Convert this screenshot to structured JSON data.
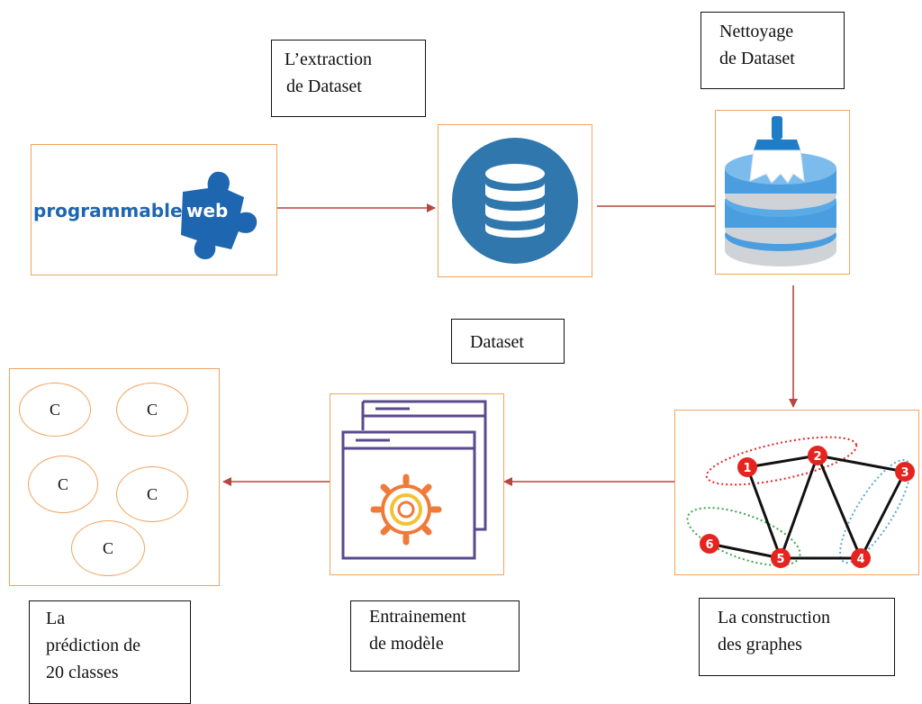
{
  "labels": {
    "extraction": [
      "L’extraction",
      "de Dataset"
    ],
    "nettoyage": [
      "Nettoyage",
      "de Dataset"
    ],
    "dataset": "Dataset",
    "prediction": [
      "La",
      "prédiction de",
      "20 classes"
    ],
    "entrainement": [
      "Entrainement",
      "de  modèle"
    ],
    "construction": [
      "La construction",
      "des graphes"
    ]
  },
  "logo": {
    "text_left": "programmable",
    "text_right": "web"
  },
  "graph": {
    "nodes": [
      "1",
      "2",
      "3",
      "4",
      "5",
      "6"
    ]
  },
  "classes": [
    "C",
    "C",
    "C",
    "C",
    "C"
  ],
  "colors": {
    "box_border": "#f0a35e",
    "arrow": "#b5473f",
    "db_blue": "#2f77ad",
    "node_red": "#e52420"
  }
}
